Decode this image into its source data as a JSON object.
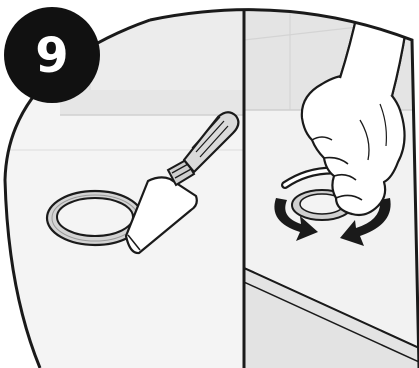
{
  "step": {
    "number": "9"
  },
  "panels": [
    {
      "id": "left",
      "tool": "putty-knife",
      "subject": "ring"
    },
    {
      "id": "right",
      "action": "twist",
      "subject": "strainer-cap"
    }
  ],
  "colors": {
    "line": "#1a1a1a",
    "bg_light": "#f3f3f3",
    "bg_mid": "#e9e9e9",
    "bg_dark": "#dcdcdc",
    "ring_fill": "#cfcfcf",
    "handle_fill": "#d8d8d8",
    "badge": "#111111"
  },
  "icons": [
    "putty-knife-icon",
    "hand-icon",
    "rotate-arrow-icon"
  ]
}
